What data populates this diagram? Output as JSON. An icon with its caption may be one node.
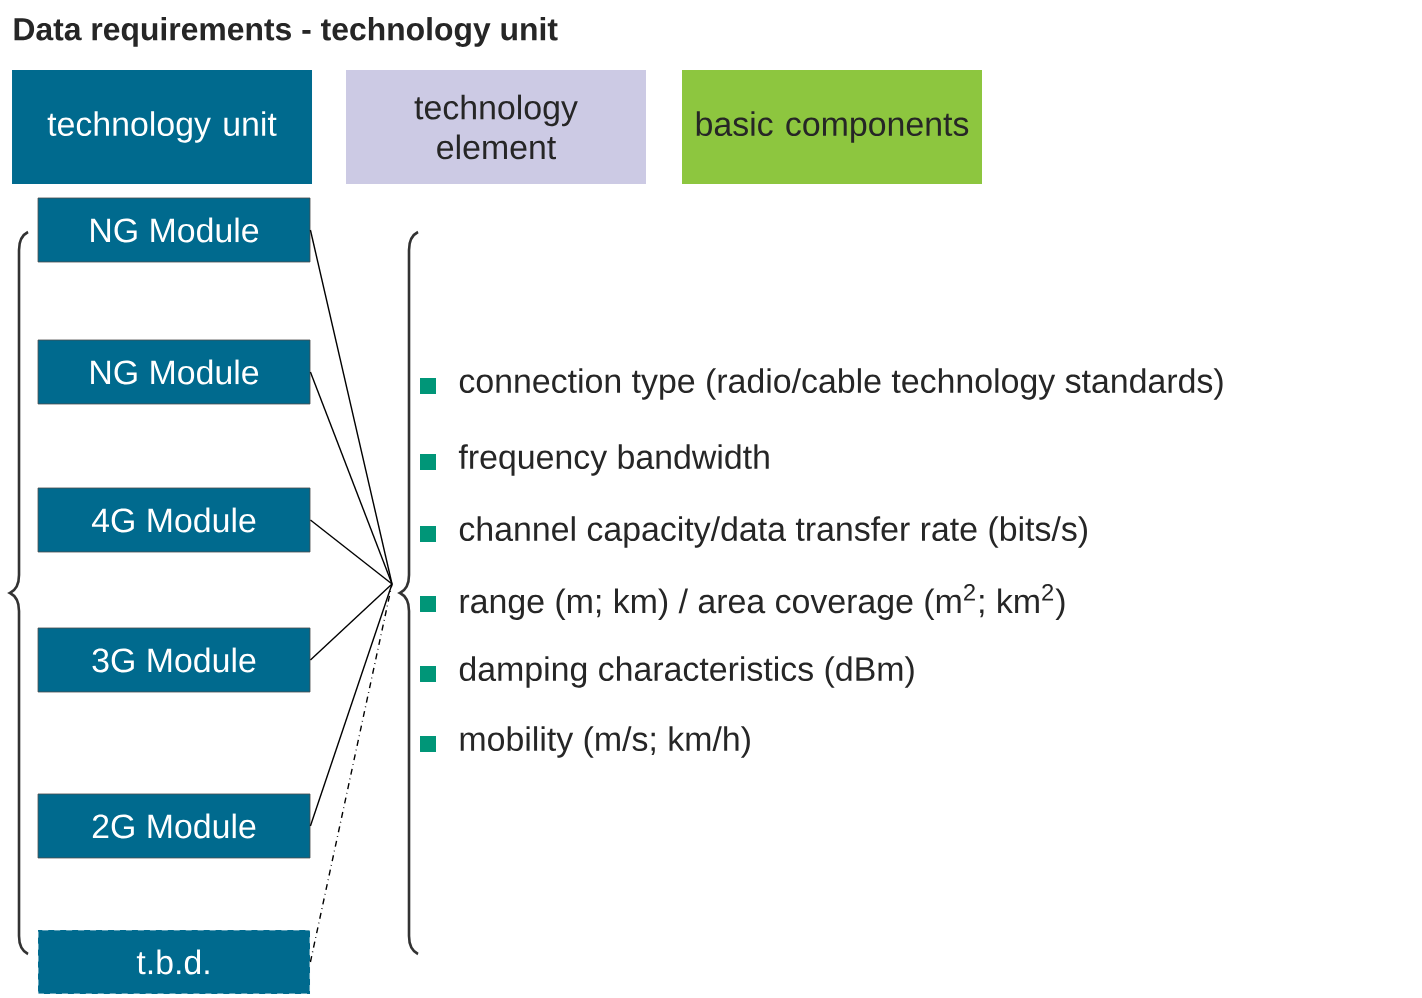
{
  "diagram": {
    "title": "Data requirements - technology unit",
    "nodes": [
      {
        "text": [
          "NG Module"
        ]
      },
      {
        "text": [
          "NG Module"
        ]
      },
      {
        "text": [
          "4G Module"
        ]
      },
      {
        "text": [
          "3G Module"
        ]
      },
      {
        "text": [
          "2G Module"
        ]
      },
      {
        "text": [
          "t.b.d."
        ]
      },
      {
        "text": [
          "connection type (radio/cable technology standards)",
          "frequency bandwidth",
          "channel capacity/data transfer rate (bits/s)",
          "range (m; km) / area coverage (m$^{2}$; km$^{2}$)",
          "damping characteristics (dBm)",
          "mobility (m/s; km/h)"
        ]
      }
    ],
    "edges": [
      {
        "from": 0,
        "to": 6,
        "arrow": "none"
      },
      {
        "from": 1,
        "to": 6,
        "arrow": "none"
      },
      {
        "from": 2,
        "to": 6,
        "arrow": "none"
      },
      {
        "from": 3,
        "to": 6,
        "arrow": "none"
      },
      {
        "from": 4,
        "to": 6,
        "arrow": "none"
      },
      {
        "from": 5,
        "to": 6,
        "arrow": "none",
        "style": "dashed"
      }
    ],
    "legend": [
      {
        "text": "technology unit",
        "color": "#006a8e"
      },
      {
        "text": "technology element",
        "color": "#cccae4"
      },
      {
        "text": "basic components",
        "color": "#8dc63f"
      }
    ]
  }
}
